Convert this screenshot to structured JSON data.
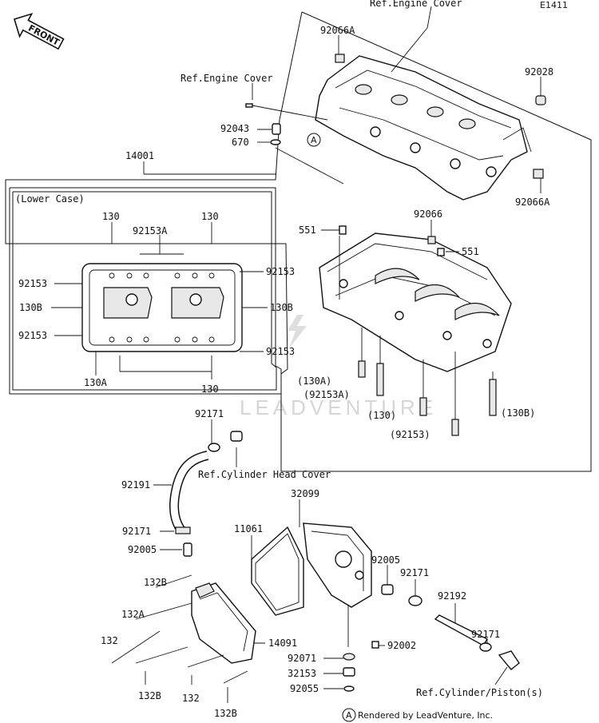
{
  "code": "E1411",
  "direction_label": "FRONT",
  "watermark": "LEADVENTURE",
  "footer_text": "Rendered by LeadVenture, Inc.",
  "reference_marker": "A",
  "subassembly_title": "(Lower Case)",
  "references": {
    "engine_cover_top": "Ref.Engine Cover",
    "engine_cover_left": "Ref.Engine Cover",
    "cylinder_head_cover": "Ref.Cylinder Head Cover",
    "cylinder_piston": "Ref.Cylinder/Piston(s)"
  },
  "callouts": {
    "p92066A_top": "92066A",
    "p92028": "92028",
    "p92043": "92043",
    "p670": "670",
    "p14001": "14001",
    "p92066A_right": "92066A",
    "p551_left": "551",
    "p92066": "92066",
    "p551_right": "551",
    "lc_130_tl": "130",
    "lc_130_tr": "130",
    "lc_92153A": "92153A",
    "lc_92153_l1": "92153",
    "lc_92153_r1": "92153",
    "lc_130B_l": "130B",
    "lc_130B_r": "130B",
    "lc_92153_l2": "92153",
    "lc_92153_r2": "92153",
    "lc_130A": "130A",
    "lc_130_b": "130",
    "b130A": "(130A)",
    "b92153A": "(92153A)",
    "b130": "(130)",
    "b130B": "(130B)",
    "b92153": "(92153)",
    "p92171_top": "92171",
    "p92191": "92191",
    "p32099": "32099",
    "p11061": "11061",
    "p92171_mid": "92171",
    "p92005_left": "92005",
    "p92005_right": "92005",
    "p92171_right": "92171",
    "p92192": "92192",
    "p92171_far": "92171",
    "p132B_top": "132B",
    "p132A": "132A",
    "p132": "132",
    "p14091": "14091",
    "p92002": "92002",
    "p92071": "92071",
    "p32153": "32153",
    "p132B_bot1": "132B",
    "p132_bot": "132",
    "p132B_bot2": "132B",
    "p92055": "92055"
  }
}
